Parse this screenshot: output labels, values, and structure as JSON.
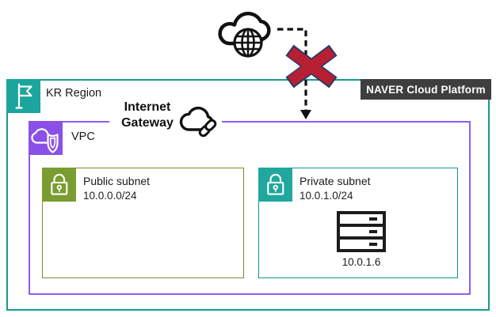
{
  "diagram": {
    "platform_badge": "NAVER Cloud Platform",
    "region": {
      "label": "KR Region"
    },
    "vpc": {
      "label": "VPC"
    },
    "internet_gateway": {
      "label_line1": "Internet",
      "label_line2": "Gateway"
    },
    "public_subnet": {
      "label": "Public subnet",
      "cidr": "10.0.0.0/24"
    },
    "private_subnet": {
      "label": "Private subnet",
      "cidr": "10.0.1.0/24"
    },
    "server": {
      "ip": "10.0.1.6"
    }
  },
  "icons": {
    "internet": "cloud-globe-icon",
    "blocked": "red-x-icon",
    "region": "flag-icon",
    "vpc": "cloud-shield-icon",
    "internet_gateway": "cloud-link-icon",
    "public_subnet": "lock-icon",
    "private_subnet": "lock-icon",
    "server": "server-stack-icon"
  },
  "colors": {
    "region_border": "#169a91",
    "region_icon_bg": "#1ba59c",
    "vpc_border": "#8b5cf6",
    "vpc_icon_bg": "#8a50e8",
    "public_border": "#7e8b2f",
    "public_icon_bg": "#7a9c31",
    "private_border": "#12968d",
    "private_icon_bg": "#21a79e",
    "platform_badge_bg": "#3e3e3e",
    "platform_badge_text": "#ffffff",
    "blocked_x": "#b71f33",
    "blocked_x_outline": "#2b3a67",
    "line": "#111111"
  }
}
